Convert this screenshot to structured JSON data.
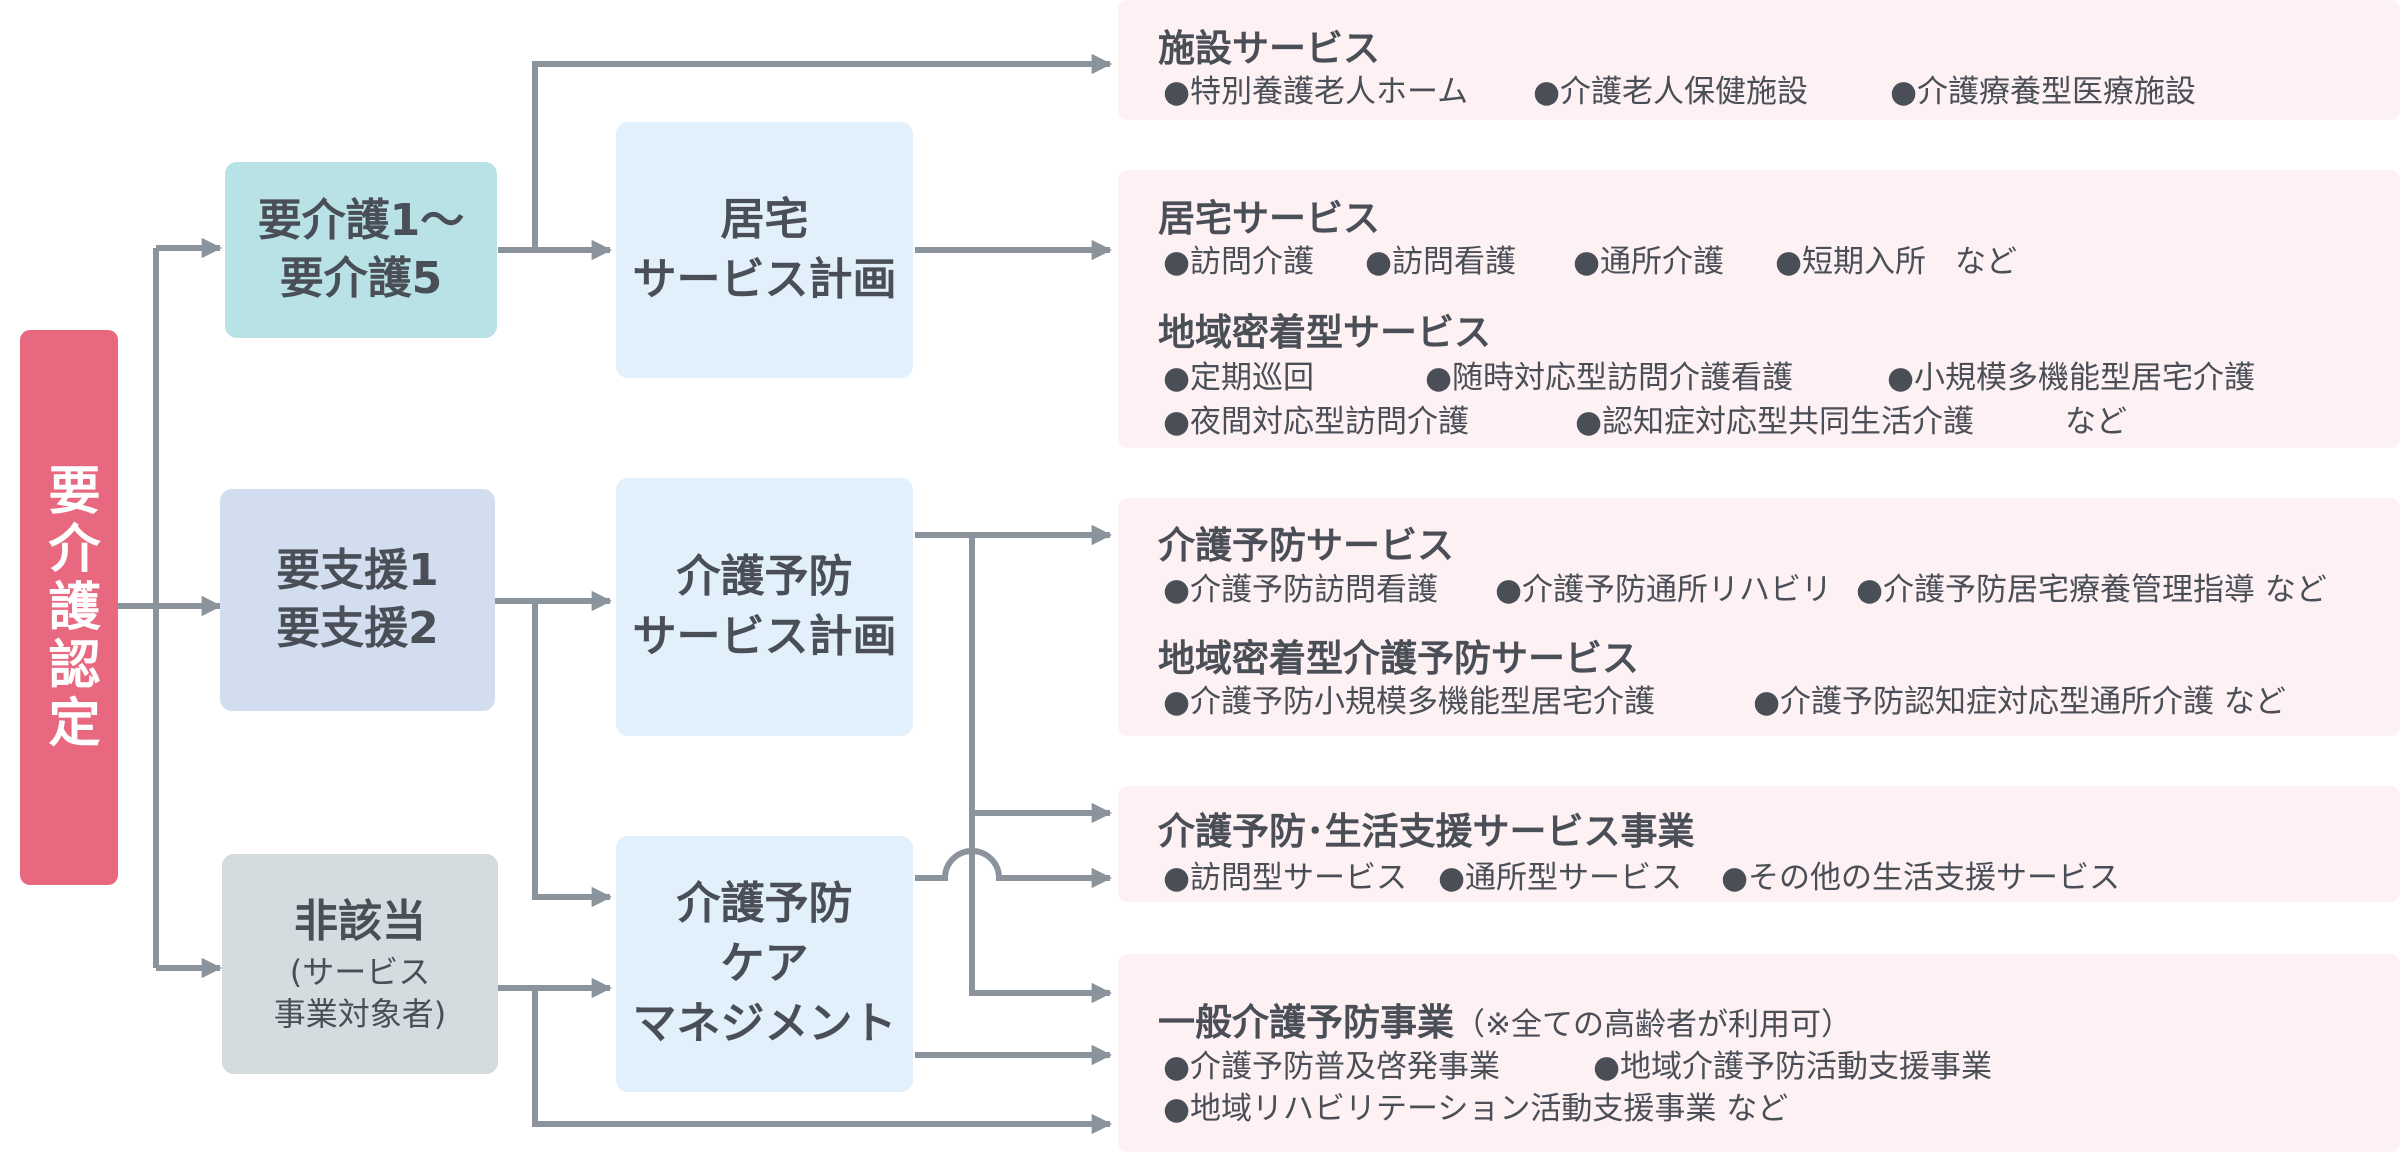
{
  "colors": {
    "accent": "#e8697f",
    "line": "#8b949c",
    "level_care": "#b9e2e6",
    "level_support": "#d2ddf0",
    "level_none": "#d5dce0",
    "plan_bg": "#e2f0fb",
    "panel_bg": "#fdf1f3"
  },
  "certification": "要介護認定",
  "levels": {
    "care": {
      "line1": "要介護1～",
      "line2": "要介護5"
    },
    "support": {
      "line1": "要支援1",
      "line2": "要支援2"
    },
    "none": {
      "line1": "非該当",
      "line2": "(サービス",
      "line3": "事業対象者)"
    }
  },
  "plans": {
    "home": {
      "line1": "居宅",
      "line2": "サービス計画"
    },
    "prevention": {
      "line1": "介護予防",
      "line2": "サービス計画"
    },
    "care_management": {
      "line1": "介護予防",
      "line2": "ケア",
      "line3": "マネジメント"
    }
  },
  "services": {
    "facility": {
      "title": "施設サービス",
      "items": [
        "●特別養護老人ホーム",
        "●介護老人保健施設",
        "●介護療養型医療施設"
      ]
    },
    "home": {
      "title": "居宅サービス",
      "items": [
        "●訪問介護",
        "●訪問看護",
        "●通所介護",
        "●短期入所",
        "など"
      ]
    },
    "community": {
      "title": "地域密着型サービス",
      "row1": [
        "●定期巡回",
        "●随時対応型訪問介護看護",
        "●小規模多機能型居宅介護"
      ],
      "row2": [
        "●夜間対応型訪問介護",
        "●認知症対応型共同生活介護",
        "など"
      ]
    },
    "prevention": {
      "title": "介護予防サービス",
      "items": [
        "●介護予防訪問看護",
        "●介護予防通所リハビリ",
        "●介護予防居宅療養管理指導 など"
      ]
    },
    "community_prevention": {
      "title": "地域密着型介護予防サービス",
      "items": [
        "●介護予防小規模多機能型居宅介護",
        "●介護予防認知症対応型通所介護 など"
      ]
    },
    "life_support": {
      "title": "介護予防･生活支援サービス事業",
      "items": [
        "●訪問型サービス",
        "●通所型サービス",
        "●その他の生活支援サービス"
      ]
    },
    "general": {
      "title": "一般介護予防事業",
      "note": "（※全ての高齢者が利用可）",
      "row1": [
        "●介護予防普及啓発事業",
        "●地域介護予防活動支援事業"
      ],
      "row2": [
        "●地域リハビリテーション活動支援事業 など"
      ]
    }
  }
}
